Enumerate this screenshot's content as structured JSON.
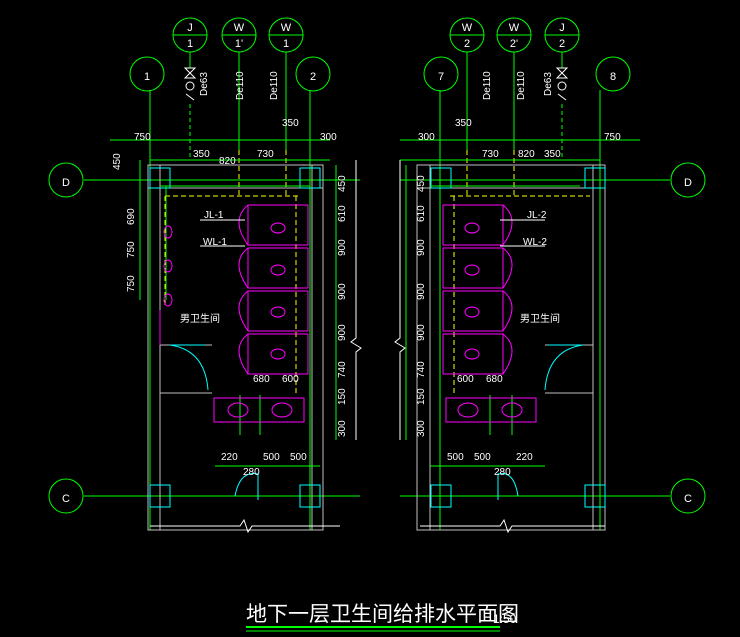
{
  "title": "地下一层卫生间给排水平面图",
  "scale": "1:50",
  "axis_labels": {
    "a1": "1",
    "a2": "2",
    "a7": "7",
    "a8": "8",
    "aD": "D",
    "aC": "C"
  },
  "pipe_tags": {
    "left": [
      {
        "top": "J",
        "bottom": "1"
      },
      {
        "top": "W",
        "bottom": "1'"
      },
      {
        "top": "W",
        "bottom": "1"
      }
    ],
    "right": [
      {
        "top": "W",
        "bottom": "2"
      },
      {
        "top": "W",
        "bottom": "2'"
      },
      {
        "top": "J",
        "bottom": "2"
      }
    ]
  },
  "pipe_sizes": {
    "de63": "De63",
    "de110": "De110"
  },
  "riser_labels": {
    "jl1": "JL-1",
    "wl1": "WL-1",
    "jl2": "JL-2",
    "wl2": "WL-2"
  },
  "room_label": "男卫生间",
  "dims": {
    "d750": "750",
    "d300": "300",
    "d350": "350",
    "d820": "820",
    "d730": "730",
    "d450": "450",
    "d690": "690",
    "d610": "610",
    "d900": "900",
    "d740": "740",
    "d150": "150",
    "d680": "680",
    "d600": "600",
    "d220": "220",
    "d500": "500",
    "d280": "280"
  }
}
